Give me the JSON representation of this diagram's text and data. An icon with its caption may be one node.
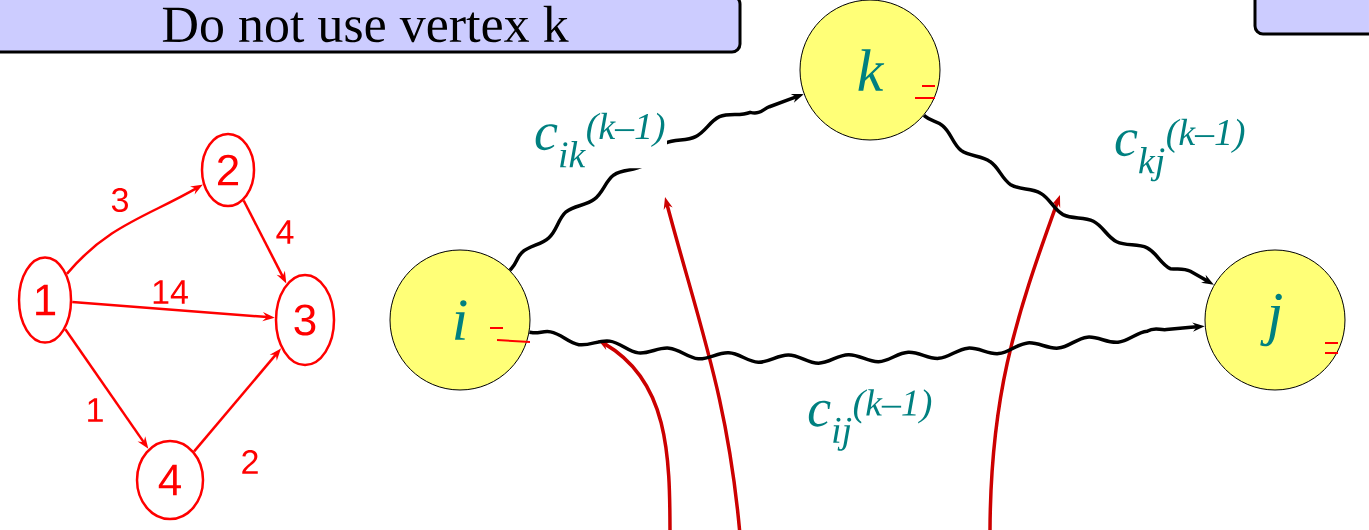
{
  "diagram": {
    "nodes": [
      {
        "text": [
          "Do not use vertex k"
        ]
      },
      {
        "text": [],
        "shape": "box"
      },
      {
        "text": [
          "1"
        ]
      },
      {
        "text": [
          "2"
        ]
      },
      {
        "text": [
          "3"
        ]
      },
      {
        "text": [
          "4"
        ]
      },
      {
        "text": [
          "i"
        ]
      },
      {
        "text": [
          "k"
        ]
      },
      {
        "text": [
          "j"
        ]
      }
    ],
    "edges": [
      {
        "from": 2,
        "to": 3,
        "arrow": "to",
        "label": "3"
      },
      {
        "from": 2,
        "to": 4,
        "arrow": "to",
        "label": "14"
      },
      {
        "from": 2,
        "to": 5,
        "arrow": "to",
        "label": "1"
      },
      {
        "from": 3,
        "to": 4,
        "arrow": "to",
        "label": "4"
      },
      {
        "from": 5,
        "to": 4,
        "arrow": "to",
        "label": "2"
      },
      {
        "from": 6,
        "to": 7,
        "arrow": "to",
        "label": "c$_{ik}$$^{(k–1)}$",
        "color": "#000000"
      },
      {
        "from": 7,
        "to": 8,
        "arrow": "to",
        "label": "c$_{kj}$$^{(k–1)}$",
        "color": "#000000"
      },
      {
        "from": 6,
        "to": 8,
        "arrow": "to",
        "label": "c$_{ij}$$^{(k–1)}$",
        "color": "#000000"
      }
    ]
  }
}
